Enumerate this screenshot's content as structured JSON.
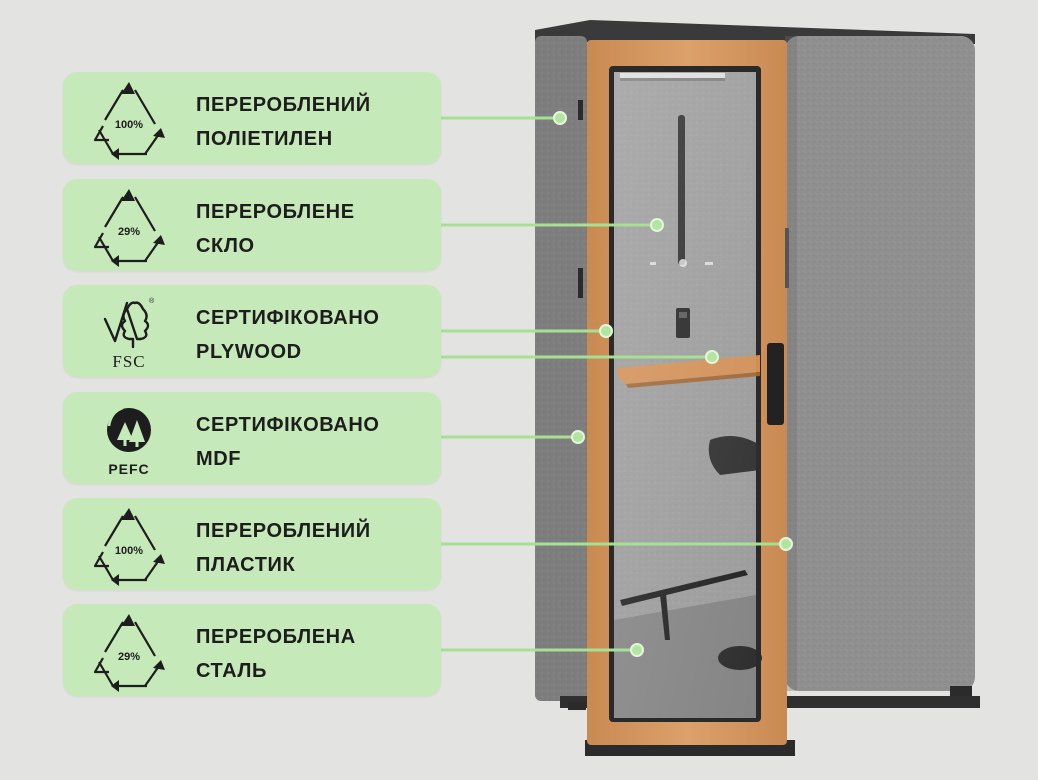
{
  "features": [
    {
      "icon": "recycle-100-icon",
      "percent": "100%",
      "line1": "ПЕРЕРОБЛЕНИЙ",
      "line2": "ПОЛІЕТИЛЕН"
    },
    {
      "icon": "recycle-29-icon",
      "percent": "29%",
      "line1": "ПЕРЕРОБЛЕНЕ",
      "line2": "СКЛО"
    },
    {
      "icon": "fsc-logo-icon",
      "badge": "FSC",
      "line1": "СЕРТИФІКОВАНО",
      "line2": "PLYWOOD"
    },
    {
      "icon": "pefc-logo-icon",
      "badge": "PEFC",
      "line1": "СЕРТИФІКОВАНО",
      "line2": "MDF"
    },
    {
      "icon": "recycle-100-icon",
      "percent": "100%",
      "line1": "ПЕРЕРОБЛЕНИЙ",
      "line2": "ПЛАСТИК"
    },
    {
      "icon": "recycle-29-icon",
      "percent": "29%",
      "line1": "ПЕРЕРОБЛЕНА",
      "line2": "СТАЛЬ"
    }
  ],
  "colors": {
    "background": "#e3e3e1",
    "card": "#c6e9b9",
    "connector": "#a8e093",
    "felt": "#8c8c8c",
    "wood": "#d79a62"
  }
}
